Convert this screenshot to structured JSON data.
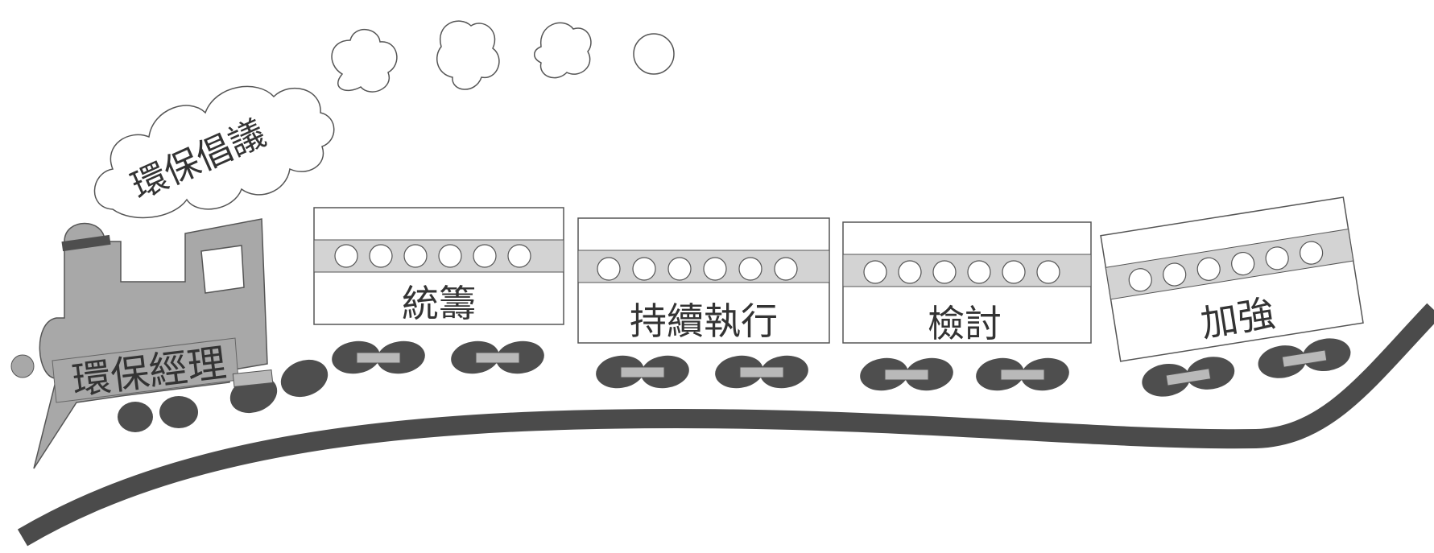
{
  "cloud_label": "環保倡議",
  "engine_label": "環保經理",
  "cars": [
    {
      "label": "統籌"
    },
    {
      "label": "持續執行"
    },
    {
      "label": "檢討"
    },
    {
      "label": "加強"
    }
  ],
  "colors": {
    "engine": "#a8a8a8",
    "track": "#4b4b4b",
    "wheel": "#4e4e4e",
    "axle": "#b9b9b9",
    "car_band": "#d3d3d3",
    "outline": "#333333"
  }
}
